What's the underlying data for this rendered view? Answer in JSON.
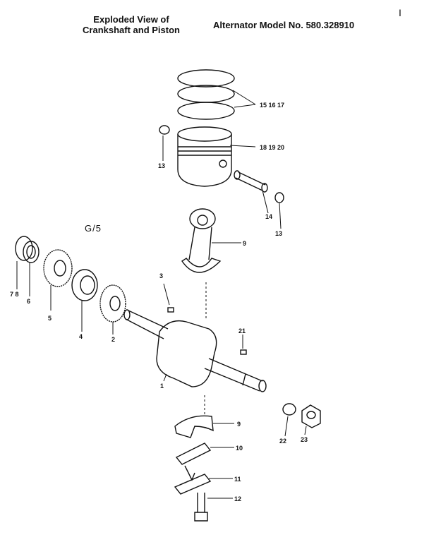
{
  "header": {
    "title_line1": "Exploded View of",
    "title_line2": "Crankshaft and Piston",
    "model": "Alternator Model No. 580.328910",
    "corner_mark": "I"
  },
  "diagram": {
    "ref_code": "G/5",
    "callouts": {
      "rings": "15 16 17",
      "piston": "18 19 20",
      "clip_left": "13",
      "pin": "14",
      "clip_right": "13",
      "rod": "9",
      "rod_cap": "9",
      "washers": "7 8",
      "ring6": "6",
      "gear5": "5",
      "bearing4": "4",
      "gear2": "2",
      "key3": "3",
      "key21": "21",
      "crank1": "1",
      "washer22": "22",
      "nut23": "23",
      "plate10": "10",
      "plate11": "11",
      "bolt12": "12"
    }
  }
}
